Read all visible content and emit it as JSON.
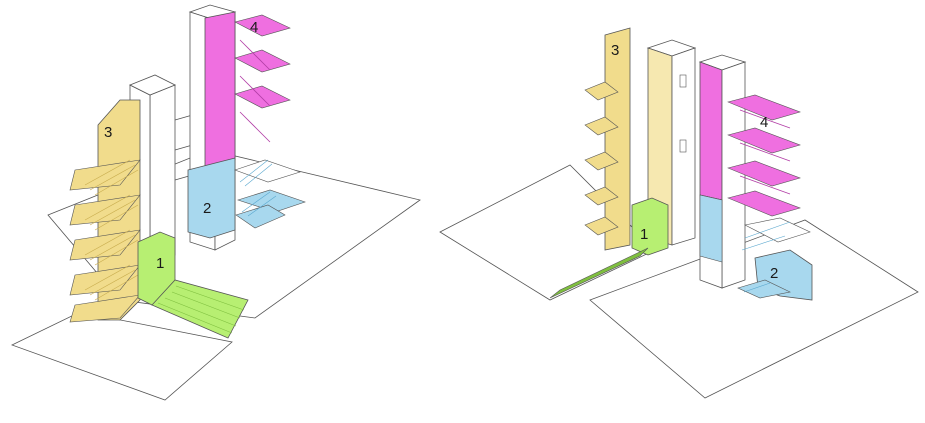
{
  "colors": {
    "zone1": "#b7ef72",
    "zone1_dark": "#7fbf3f",
    "zone2": "#a8d8ee",
    "zone2_dark": "#5aa8cf",
    "zone3": "#f1dc8c",
    "zone3_dark": "#c9ad4f",
    "zone4": "#ef6fe0",
    "zone4_dark": "#b23ea6",
    "line": "#555555",
    "background": "#ffffff"
  },
  "views": [
    {
      "zones": [
        {
          "number": "1"
        },
        {
          "number": "2"
        },
        {
          "number": "3"
        },
        {
          "number": "4"
        }
      ]
    },
    {
      "zones": [
        {
          "number": "1"
        },
        {
          "number": "2"
        },
        {
          "number": "3"
        },
        {
          "number": "4"
        }
      ]
    }
  ]
}
